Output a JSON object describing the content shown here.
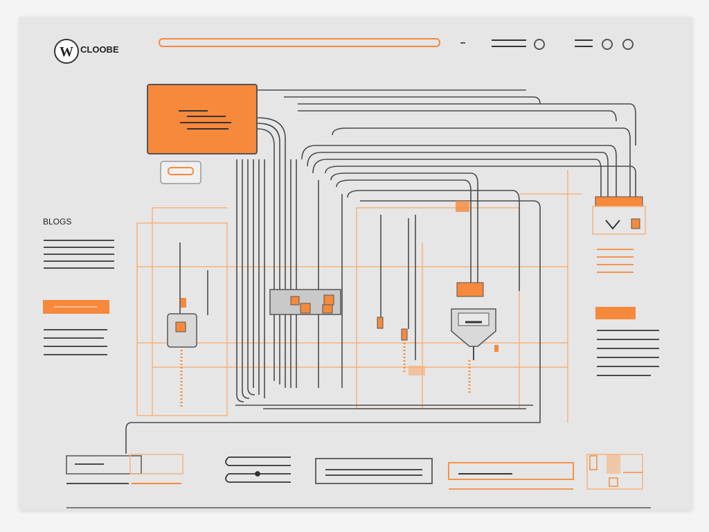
{
  "header": {
    "logo_icon": "wordpress-logo-icon",
    "brand_text": "CLOOBE"
  },
  "sidebar": {
    "section_title": "BLOGS",
    "button_icon": "orange-bar-button"
  },
  "colors": {
    "accent": "#f6893c",
    "accent_light": "#f7b27c",
    "wire": "#4a4a4a",
    "panel": "#e6e6e6",
    "background": "#f4f4f4"
  }
}
